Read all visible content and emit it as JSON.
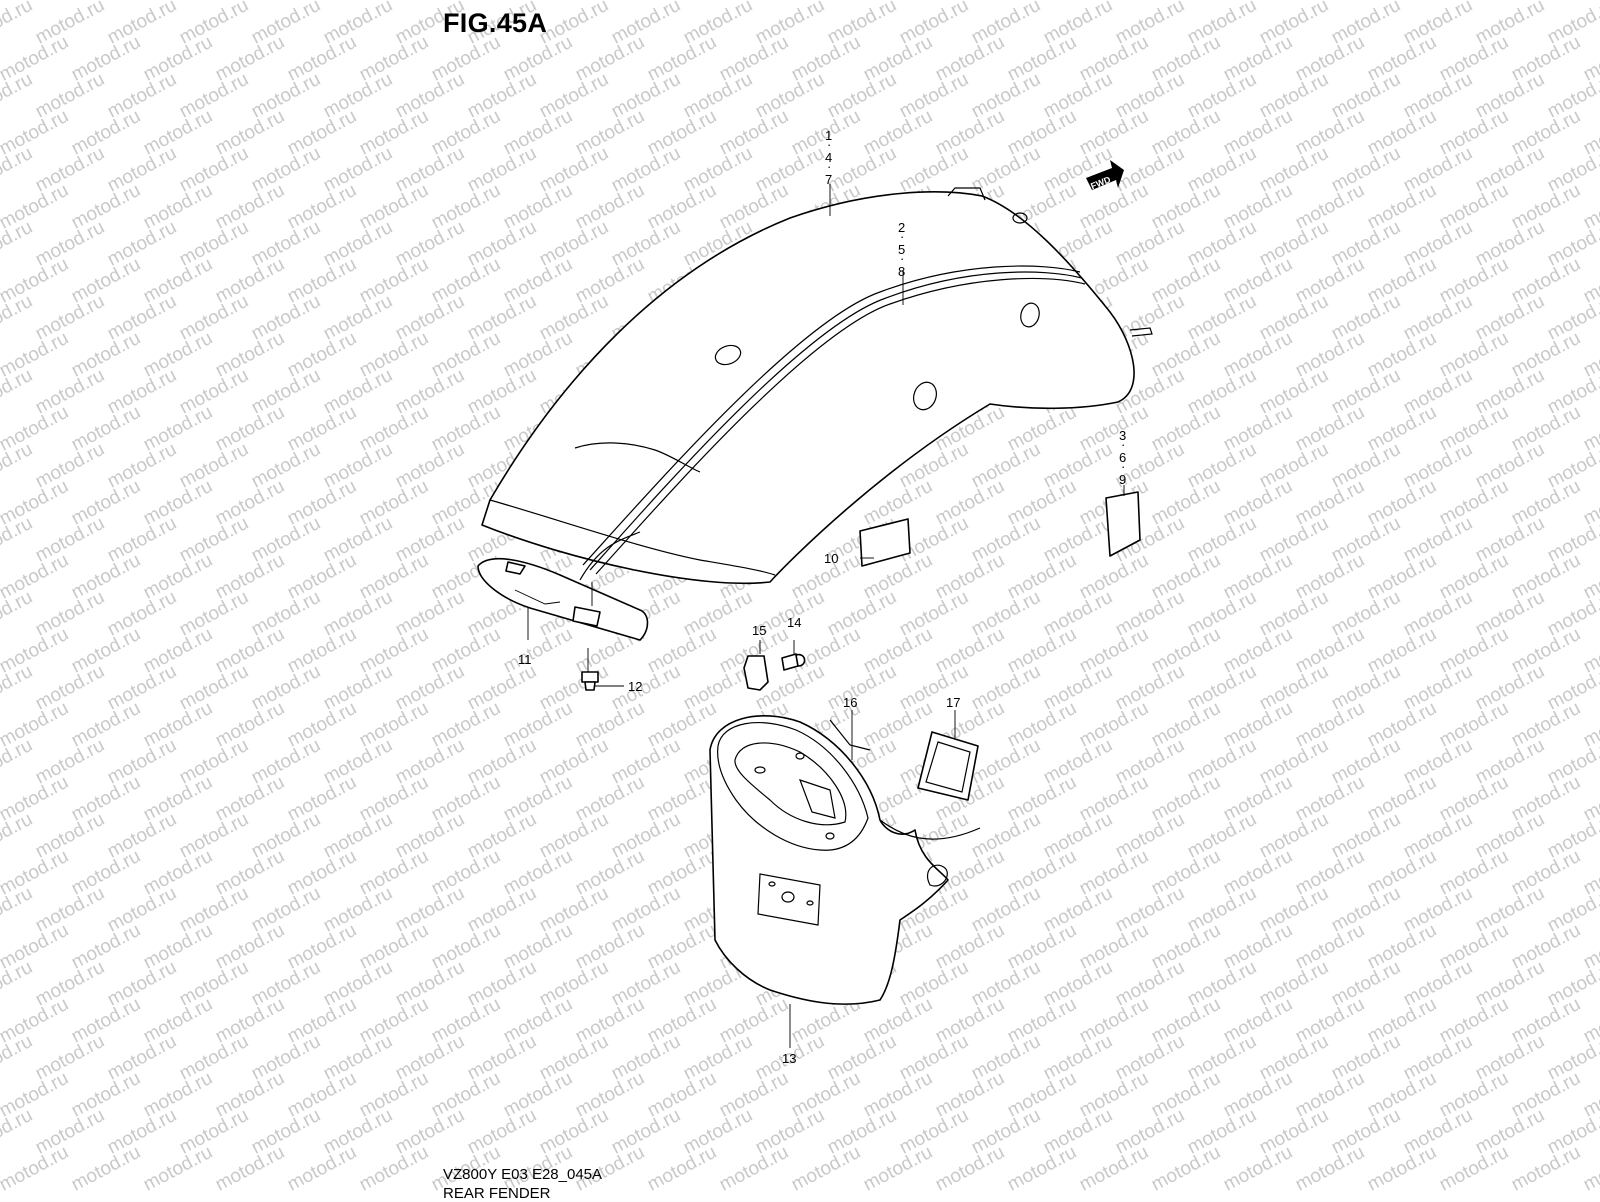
{
  "figure": {
    "title": "FIG.45A",
    "model_code": "VZ800Y E03 E28_045A",
    "diagram_name": "REAR FENDER",
    "fwd_label": "FWD",
    "watermark": "motod.ru"
  },
  "callouts": [
    {
      "id": "c-1-4-7",
      "numbers": [
        "1",
        "4",
        "7"
      ],
      "separator": "·"
    },
    {
      "id": "c-2-5-8",
      "numbers": [
        "2",
        "5",
        "8"
      ],
      "separator": "·"
    },
    {
      "id": "c-3-6-9",
      "numbers": [
        "3",
        "6",
        "9"
      ],
      "separator": "·"
    },
    {
      "id": "c-10",
      "numbers": [
        "10"
      ]
    },
    {
      "id": "c-11",
      "numbers": [
        "11"
      ]
    },
    {
      "id": "c-12",
      "numbers": [
        "12"
      ]
    },
    {
      "id": "c-13",
      "numbers": [
        "13"
      ]
    },
    {
      "id": "c-14",
      "numbers": [
        "14"
      ]
    },
    {
      "id": "c-15",
      "numbers": [
        "15"
      ]
    },
    {
      "id": "c-16",
      "numbers": [
        "16"
      ]
    },
    {
      "id": "c-17",
      "numbers": [
        "17"
      ]
    }
  ],
  "colors": {
    "line": "#000000",
    "background": "#ffffff",
    "watermark": "#c9c9c9"
  }
}
